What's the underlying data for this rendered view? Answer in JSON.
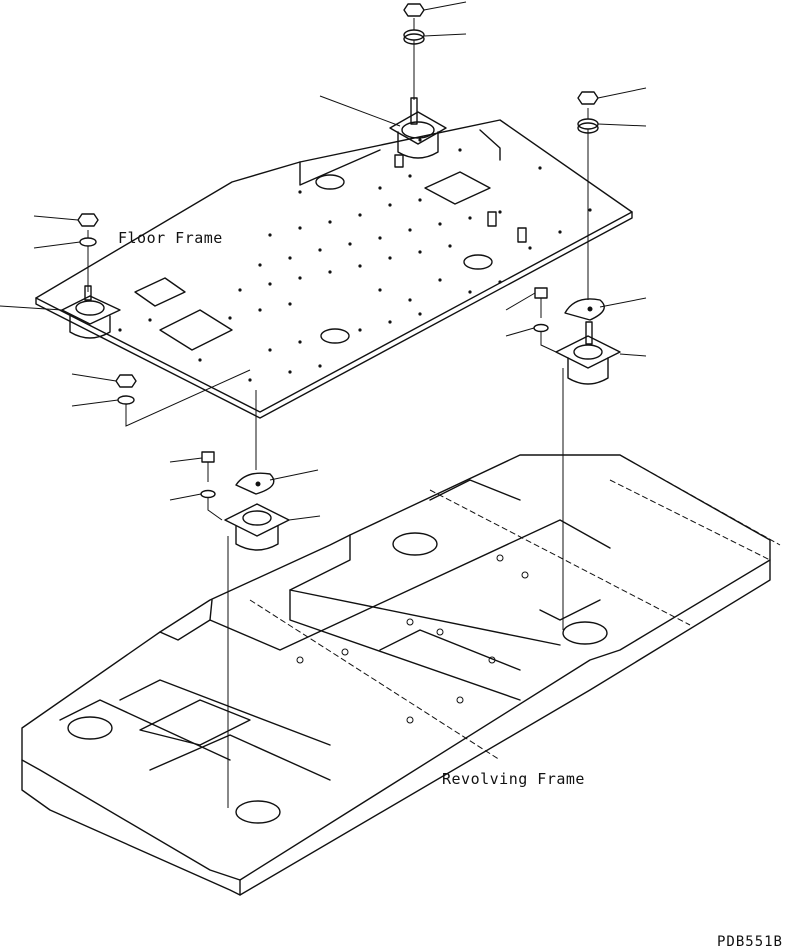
{
  "labels": {
    "floor_frame": "Floor Frame",
    "revolving_frame": "Revolving Frame",
    "drawing_code": "PDB551B"
  }
}
